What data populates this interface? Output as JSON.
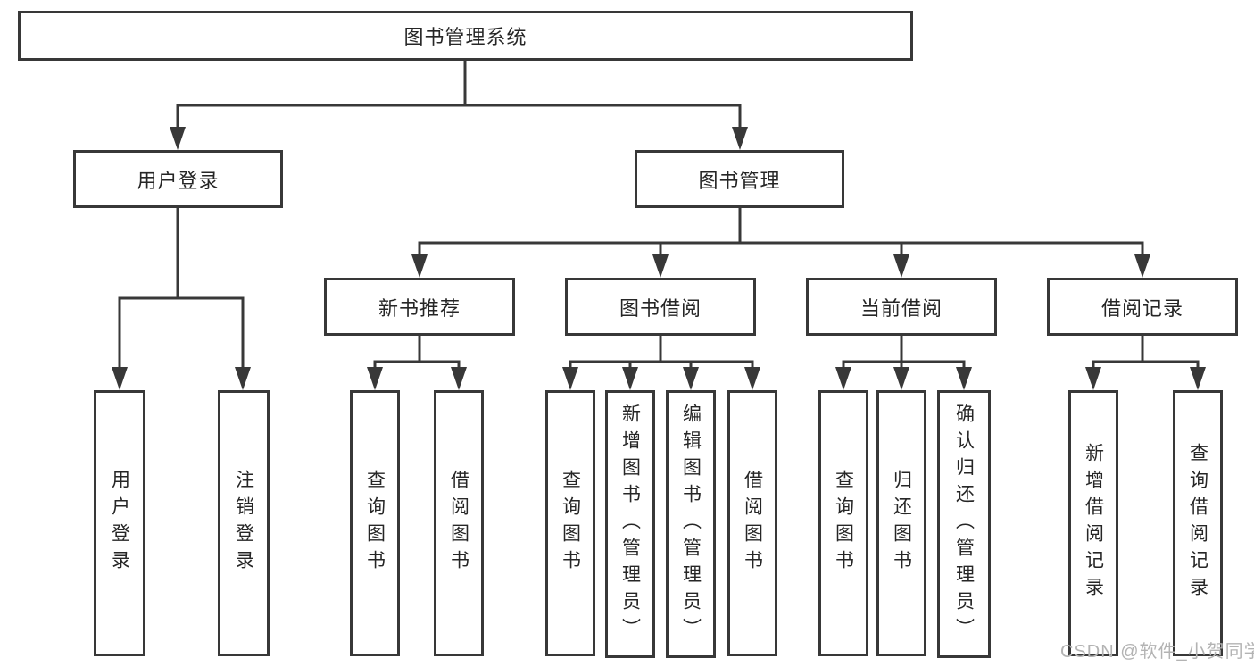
{
  "colors": {
    "background": "#ffffff",
    "line": "#383838",
    "box_border": "#383838",
    "text": "#262626",
    "watermark": "#b3b3b3"
  },
  "watermark": {
    "text": "CSDN @软件_小贺同学"
  },
  "tree": {
    "root": {
      "label": "图书管理系统",
      "children": [
        {
          "label": "用户登录",
          "children": [
            {
              "label": "用户登录"
            },
            {
              "label": "注销登录"
            }
          ]
        },
        {
          "label": "图书管理",
          "children": [
            {
              "label": "新书推荐",
              "children": [
                {
                  "label": "查询图书"
                },
                {
                  "label": "借阅图书"
                }
              ]
            },
            {
              "label": "图书借阅",
              "children": [
                {
                  "label": "查询图书"
                },
                {
                  "label": "新增图书（管理员）"
                },
                {
                  "label": "编辑图书（管理员）"
                },
                {
                  "label": "借阅图书"
                }
              ]
            },
            {
              "label": "当前借阅",
              "children": [
                {
                  "label": "查询图书"
                },
                {
                  "label": "归还图书"
                },
                {
                  "label": "确认归还（管理员）"
                }
              ]
            },
            {
              "label": "借阅记录",
              "children": [
                {
                  "label": "新增借阅记录"
                },
                {
                  "label": "查询借阅记录"
                }
              ]
            }
          ]
        }
      ]
    }
  }
}
